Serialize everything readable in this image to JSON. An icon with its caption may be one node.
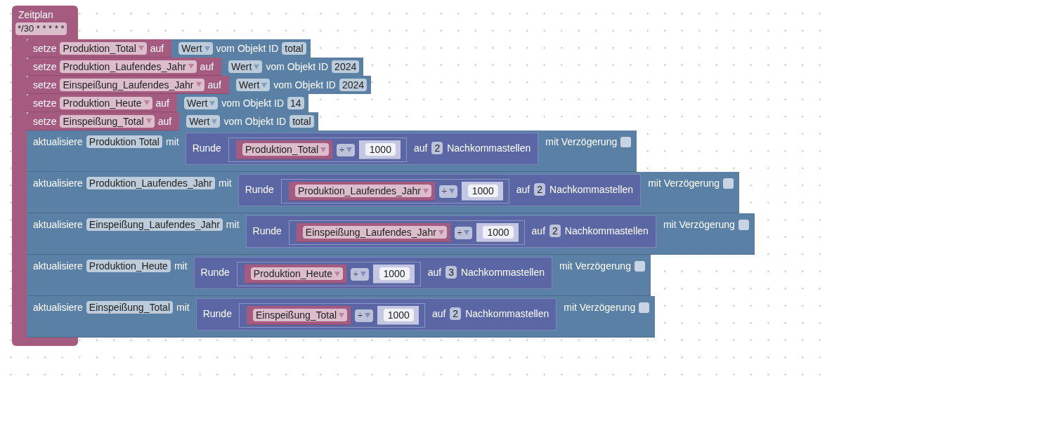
{
  "diagram": {
    "nodes": [
      {
        "text": [
          "Zeitplan",
          "*/30 * * * * *"
        ]
      },
      {
        "text": [
          "setze",
          "Produktion_Total",
          "auf"
        ]
      },
      {
        "text": [
          "Wert",
          "vom Objekt ID",
          "total"
        ],
        "in": 1
      },
      {
        "text": [
          "setze",
          "Produktion_Laufendes_Jahr",
          "auf"
        ]
      },
      {
        "text": [
          "Wert",
          "vom Objekt ID",
          "2024"
        ],
        "in": 3
      },
      {
        "text": [
          "setze",
          "Einspeißung_Laufendes_Jahr",
          "auf"
        ]
      },
      {
        "text": [
          "Wert",
          "vom Objekt ID",
          "2024"
        ],
        "in": 5
      },
      {
        "text": [
          "setze",
          "Produktion_Heute",
          "auf"
        ]
      },
      {
        "text": [
          "Wert",
          "vom Objekt ID",
          "14"
        ],
        "in": 7
      },
      {
        "text": [
          "setze",
          "Einspeißung_Total",
          "auf"
        ]
      },
      {
        "text": [
          "Wert",
          "vom Objekt ID",
          "total"
        ],
        "in": 9
      },
      {
        "text": [
          "aktualisiere",
          "Produktion Total",
          "mit",
          "mit Verzögerung"
        ]
      },
      {
        "text": [
          "Runde",
          "auf",
          "2",
          "Nachkommastellen"
        ],
        "in": 11
      },
      {
        "text": [
          "÷"
        ],
        "in": 12
      },
      {
        "text": [
          "Produktion_Total"
        ],
        "in": 13
      },
      {
        "text": [
          "1000"
        ],
        "in": 13
      },
      {
        "text": [
          "aktualisiere",
          "Produktion_Laufendes_Jahr",
          "mit",
          "mit Verzögerung"
        ]
      },
      {
        "text": [
          "Runde",
          "auf",
          "2",
          "Nachkommastellen"
        ],
        "in": 16
      },
      {
        "text": [
          "÷"
        ],
        "in": 17
      },
      {
        "text": [
          "Produktion_Laufendes_Jahr"
        ],
        "in": 18
      },
      {
        "text": [
          "1000"
        ],
        "in": 18
      },
      {
        "text": [
          "aktualisiere",
          "Einspeißung_Laufendes_Jahr",
          "mit",
          "mit Verzögerung"
        ]
      },
      {
        "text": [
          "Runde",
          "auf",
          "2",
          "Nachkommastellen"
        ],
        "in": 21
      },
      {
        "text": [
          "÷"
        ],
        "in": 22
      },
      {
        "text": [
          "Einspeißung_Laufendes_Jahr"
        ],
        "in": 23
      },
      {
        "text": [
          "1000"
        ],
        "in": 23
      },
      {
        "text": [
          "aktualisiere",
          "Produktion_Heute",
          "mit",
          "mit Verzögerung"
        ]
      },
      {
        "text": [
          "Runde",
          "auf",
          "3",
          "Nachkommastellen"
        ],
        "in": 26
      },
      {
        "text": [
          "÷"
        ],
        "in": 27
      },
      {
        "text": [
          "Produktion_Heute"
        ],
        "in": 28
      },
      {
        "text": [
          "1000"
        ],
        "in": 28
      },
      {
        "text": [
          "aktualisiere",
          "Einspeißung_Total",
          "mit",
          "mit Verzögerung"
        ]
      },
      {
        "text": [
          "Runde",
          "auf",
          "2",
          "Nachkommastellen"
        ],
        "in": 31
      },
      {
        "text": [
          "÷"
        ],
        "in": 32
      },
      {
        "text": [
          "Einspeißung_Total"
        ],
        "in": 33
      },
      {
        "text": [
          "1000"
        ],
        "in": 33
      }
    ]
  }
}
